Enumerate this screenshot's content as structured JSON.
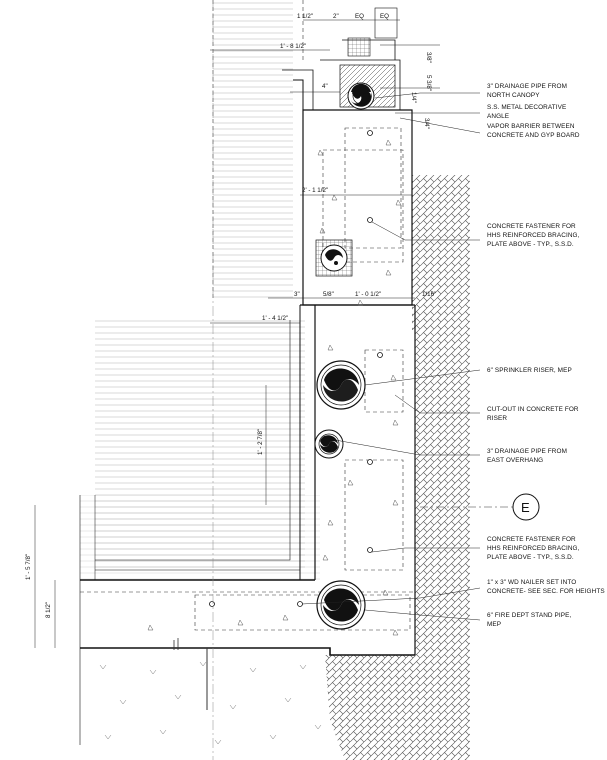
{
  "dimensions": {
    "top_1": "1 1/2\"",
    "top_2": "2\"",
    "top_eq1": "EQ",
    "top_eq2": "EQ",
    "d_1_8_1_2": "1' - 8 1/2\"",
    "d_3_8": "3/8\"",
    "d_4": "4\"",
    "d_5_3_8": "5 3/8\"",
    "d_1_4": "1/4\"",
    "d_3_4": "3/4\"",
    "d_2_1_1_2": "2' - 1 1/2\"",
    "d_3": "3\"",
    "d_5_8": "5/8\"",
    "d_1_0_1_2": "1' - 0 1/2\"",
    "d_1_16": "1/16\"",
    "d_1_4_1_2": "1' - 4 1/2\"",
    "d_1_2_7_8": "1' - 2 7/8\"",
    "d_1_5_7_8": "1' - 5 7/8\"",
    "d_8_1_2": "8 1/2\""
  },
  "notes": {
    "n1_l1": "3\" DRAINAGE PIPE FROM",
    "n1_l2": "NORTH CANOPY",
    "n2_l1": "S.S. METAL DECORATIVE",
    "n2_l2": "ANGLE",
    "n3_l1": "VAPOR BARRIER BETWEEN",
    "n3_l2": "CONCRETE AND GYP BOARD",
    "n4_l1": "CONCRETE FASTENER FOR",
    "n4_l2": "HHS REINFORCED BRACING,",
    "n4_l3": "PLATE ABOVE - TYP., S.S.D.",
    "n5_l1": "6\" SPRINKLER RISER, MEP",
    "n6_l1": "CUT-OUT IN CONCRETE FOR",
    "n6_l2": "RISER",
    "n7_l1": "3\" DRAINAGE PIPE FROM",
    "n7_l2": "EAST OVERHANG",
    "n8_l1": "CONCRETE FASTENER FOR",
    "n8_l2": "HHS REINFORCED BRACING,",
    "n8_l3": "PLATE ABOVE - TYP., S.S.D.",
    "n9_l1": "1\" x 3\" WD NAILER SET INTO",
    "n9_l2": "CONCRETE- SEE SEC. FOR HEIGHTS",
    "n10_l1": "6\" FIRE DEPT STAND PIPE,",
    "n10_l2": "MEP"
  },
  "grid_bubble": "E"
}
